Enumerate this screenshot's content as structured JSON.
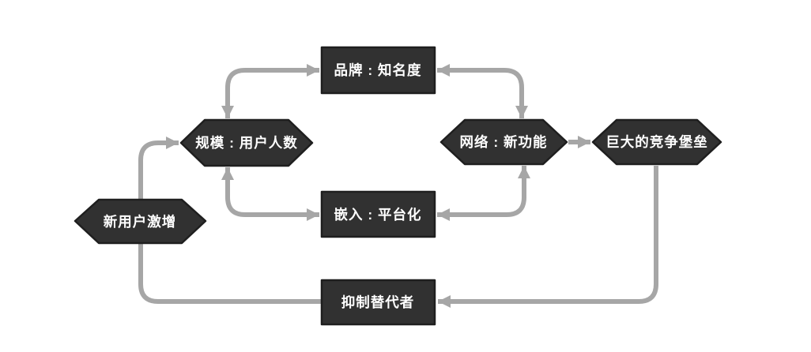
{
  "diagram": {
    "type": "flowchart",
    "colors": {
      "background": "#ffffff",
      "node_fill": "#313131",
      "node_border": "#1f1f1f",
      "arrow_color": "#a6a6a6",
      "text_color": "#ffffff"
    },
    "nodes": [
      {
        "id": "brand",
        "shape": "rect",
        "label": "品牌 : 知名度"
      },
      {
        "id": "scale",
        "shape": "hexagon",
        "label": "规模 : 用户人数"
      },
      {
        "id": "network",
        "shape": "hexagon",
        "label": "网络 : 新功能"
      },
      {
        "id": "fortress",
        "shape": "hexagon",
        "label": "巨大的竞争堡垒"
      },
      {
        "id": "embed",
        "shape": "rect",
        "label": "嵌入 : 平台化"
      },
      {
        "id": "new-users",
        "shape": "hexagon",
        "label": "新用户激增"
      },
      {
        "id": "suppress",
        "shape": "rect",
        "label": "抑制替代者"
      }
    ],
    "edges": [
      {
        "from": "scale",
        "to": "brand",
        "bidirectional": true
      },
      {
        "from": "brand",
        "to": "network",
        "bidirectional": true
      },
      {
        "from": "scale",
        "to": "embed",
        "bidirectional": true
      },
      {
        "from": "embed",
        "to": "network",
        "bidirectional": true
      },
      {
        "from": "network",
        "to": "fortress",
        "bidirectional": false
      },
      {
        "from": "fortress",
        "to": "suppress",
        "bidirectional": false
      },
      {
        "from": "suppress",
        "to": "scale",
        "bidirectional": false,
        "passes_behind": "new-users"
      }
    ]
  }
}
